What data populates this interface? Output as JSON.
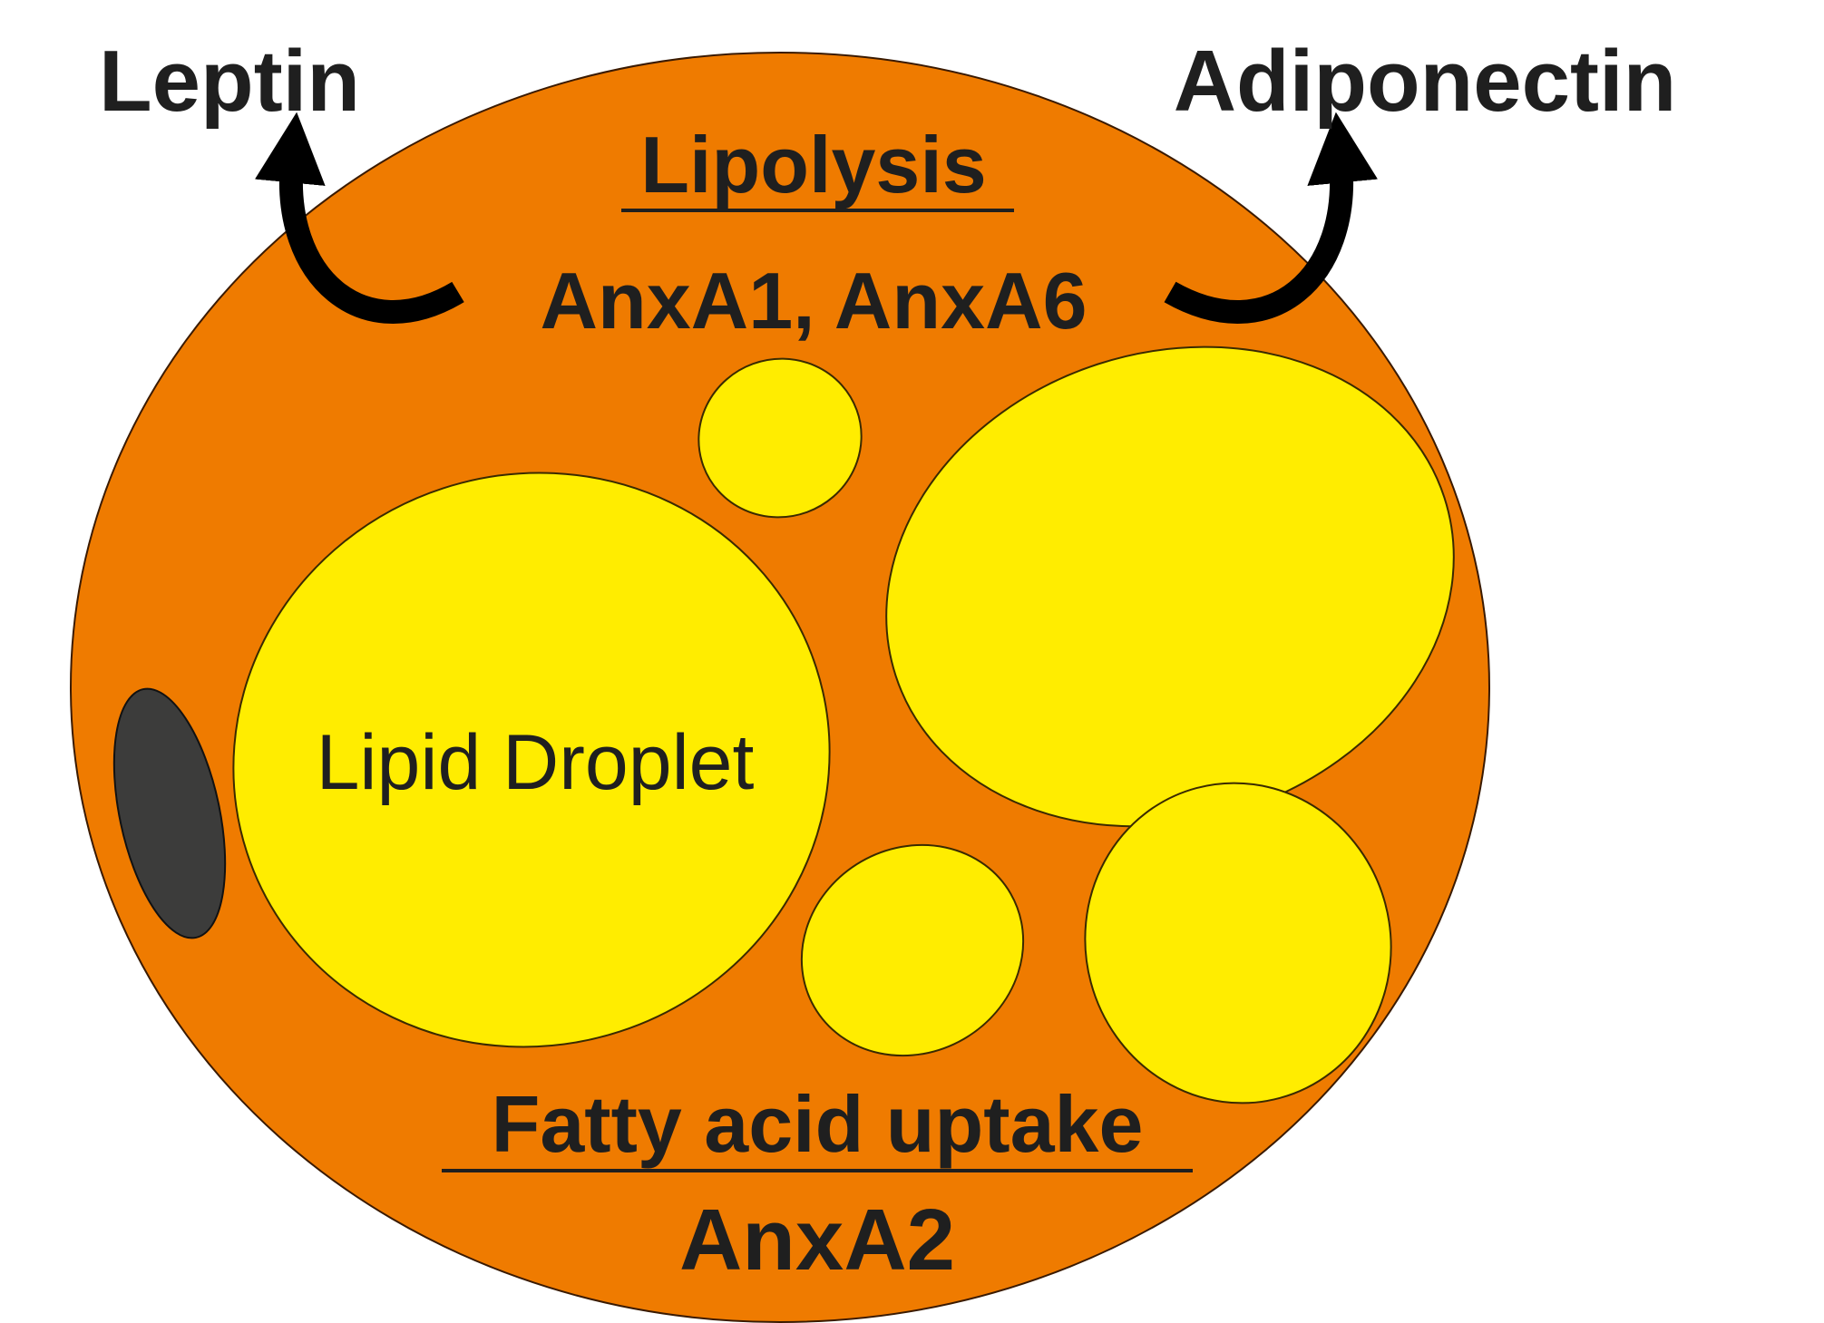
{
  "labels": {
    "leptin": "Leptin",
    "adiponectin": "Adiponectin",
    "lipolysis": "Lipolysis",
    "lipolysis_proteins": "AnxA1, AnxA6",
    "lipid_droplet": "Lipid Droplet",
    "fatty_acid_uptake": "Fatty acid uptake",
    "fatty_acid_protein": "AnxA2"
  },
  "colors": {
    "cell": "#EF7B00",
    "droplet": "#FFED00",
    "nucleus": "#3C3C3B",
    "text": "#1F1F1F",
    "arrow": "#000000"
  }
}
